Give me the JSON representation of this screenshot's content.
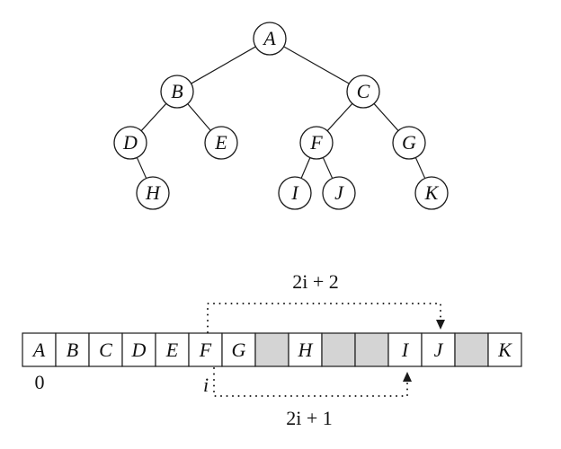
{
  "colors": {
    "empty_cell": "#d4d4d4",
    "filled_cell": "#ffffff",
    "line": "#1a1a1a"
  },
  "tree": {
    "nodes": [
      {
        "id": "A",
        "label": "A"
      },
      {
        "id": "B",
        "label": "B"
      },
      {
        "id": "C",
        "label": "C"
      },
      {
        "id": "D",
        "label": "D"
      },
      {
        "id": "E",
        "label": "E"
      },
      {
        "id": "F",
        "label": "F"
      },
      {
        "id": "G",
        "label": "G"
      },
      {
        "id": "H",
        "label": "H"
      },
      {
        "id": "I",
        "label": "I"
      },
      {
        "id": "J",
        "label": "J"
      },
      {
        "id": "K",
        "label": "K"
      }
    ],
    "edges": [
      [
        "A",
        "B"
      ],
      [
        "A",
        "C"
      ],
      [
        "B",
        "D"
      ],
      [
        "B",
        "E"
      ],
      [
        "C",
        "F"
      ],
      [
        "C",
        "G"
      ],
      [
        "D",
        "H"
      ],
      [
        "F",
        "I"
      ],
      [
        "F",
        "J"
      ],
      [
        "G",
        "K"
      ]
    ]
  },
  "array": {
    "cells": [
      "A",
      "B",
      "C",
      "D",
      "E",
      "F",
      "G",
      "",
      "H",
      "",
      "",
      "I",
      "J",
      "",
      "K"
    ],
    "index_start_label": "0",
    "index_i_label": "i"
  },
  "arrows": {
    "right_child_label": "2i + 2",
    "left_child_label": "2i + 1"
  }
}
